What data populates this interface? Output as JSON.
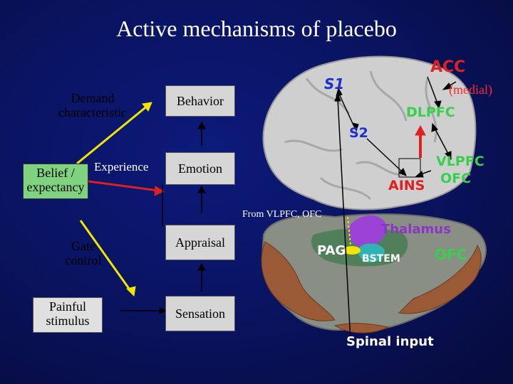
{
  "title": "Active mechanisms of placebo",
  "left_diagram": {
    "demand": "Demand characteristic",
    "belief": "Belief / expectancy",
    "experience": "Experience",
    "gate": "Gate control",
    "painful": "Painful stimulus"
  },
  "levels": {
    "behavior": "Behavior",
    "emotion": "Emotion",
    "appraisal": "Appraisal",
    "sensation": "Sensation"
  },
  "brain": {
    "s1": "S1",
    "s2": "S2",
    "acc": "ACC",
    "medial": "(medial)",
    "dlpfc": "DLPFC",
    "vlpfc": "VLPFC",
    "ofc_top": "OFC",
    "ains": "AINS",
    "from_text": "From VLPFC, OFC",
    "thalamus": "Thalamus",
    "pag": "PAG",
    "bstem": "BSTEM",
    "ofc_bottom": "OFC",
    "spinal": "Spinal input"
  },
  "colors": {
    "background": "#0a1463",
    "box_fill": "#d6d6d6",
    "belief_fill": "#7fd27f",
    "arrow_yellow": "#f2e600",
    "arrow_red": "#e02020",
    "label_blue": "#1a2fd0",
    "label_red": "#e02020",
    "label_green": "#36d04a",
    "label_purple": "#8a35c7"
  }
}
